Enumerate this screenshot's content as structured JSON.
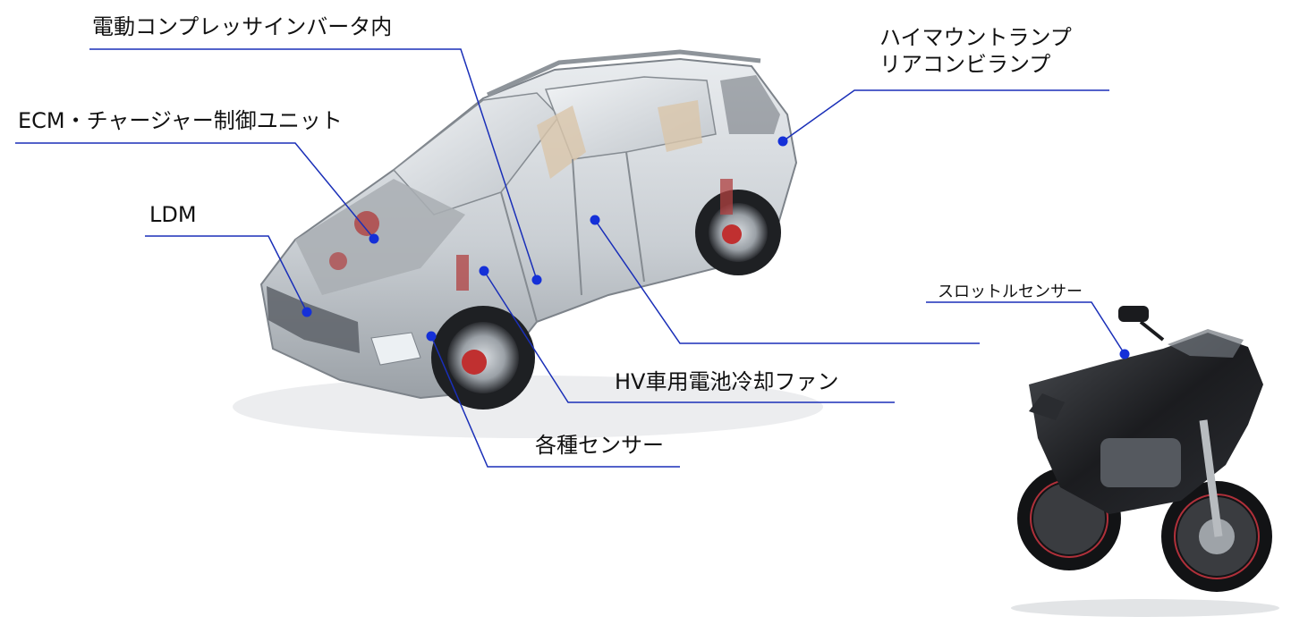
{
  "labels": {
    "compressor": "電動コンプレッサインバータ内",
    "ecm": "ECM・チャージャー制御ユニット",
    "ldm": "LDM",
    "high_mount_lamp": "ハイマウントランプ",
    "rear_combi_lamp": "リアコンビランプ",
    "hv_fan": "HV車用電池冷却ファン",
    "sensors": "各種センサー",
    "throttle_sensor": "スロットルセンサー"
  },
  "colors": {
    "leader_line": "#1a2fb8",
    "marker": "#1530d8",
    "text": "#111111"
  },
  "images": {
    "car": "cutaway-suv-illustration",
    "motorcycle": "black-sport-motorcycle-photo"
  }
}
